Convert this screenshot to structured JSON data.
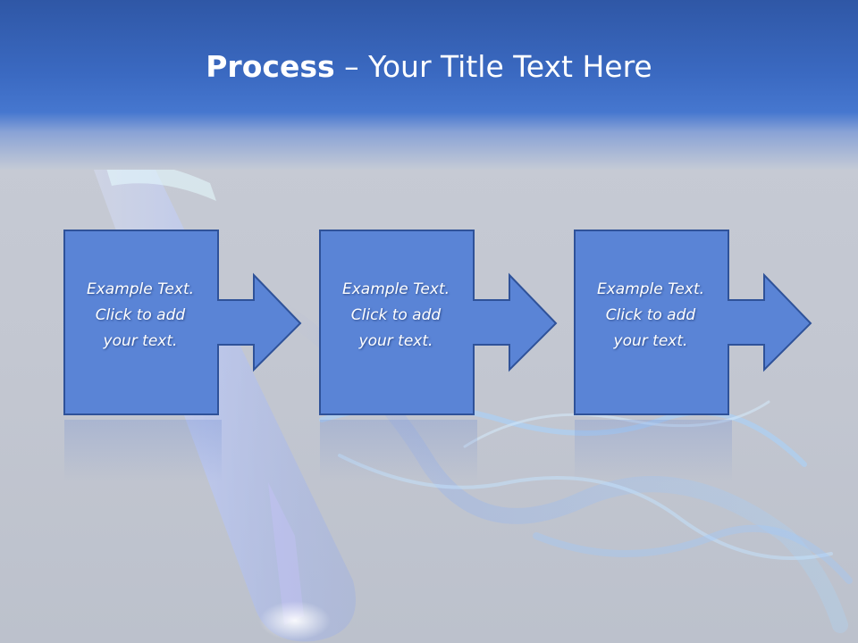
{
  "slide": {
    "title_bold": "Process",
    "title_rest": " – Your Title Text Here"
  },
  "steps": [
    {
      "line1": "Example Text.",
      "line2": "Click  to add",
      "line3": "your text."
    },
    {
      "line1": "Example Text.",
      "line2": "Click  to add",
      "line3": "your text."
    },
    {
      "line1": "Example Text.",
      "line2": "Click  to add",
      "line3": "your text."
    }
  ],
  "colors": {
    "box_fill": "#5a84d6",
    "box_stroke": "#2f5299",
    "header": "#3b6ac2",
    "text": "#ffffff"
  }
}
